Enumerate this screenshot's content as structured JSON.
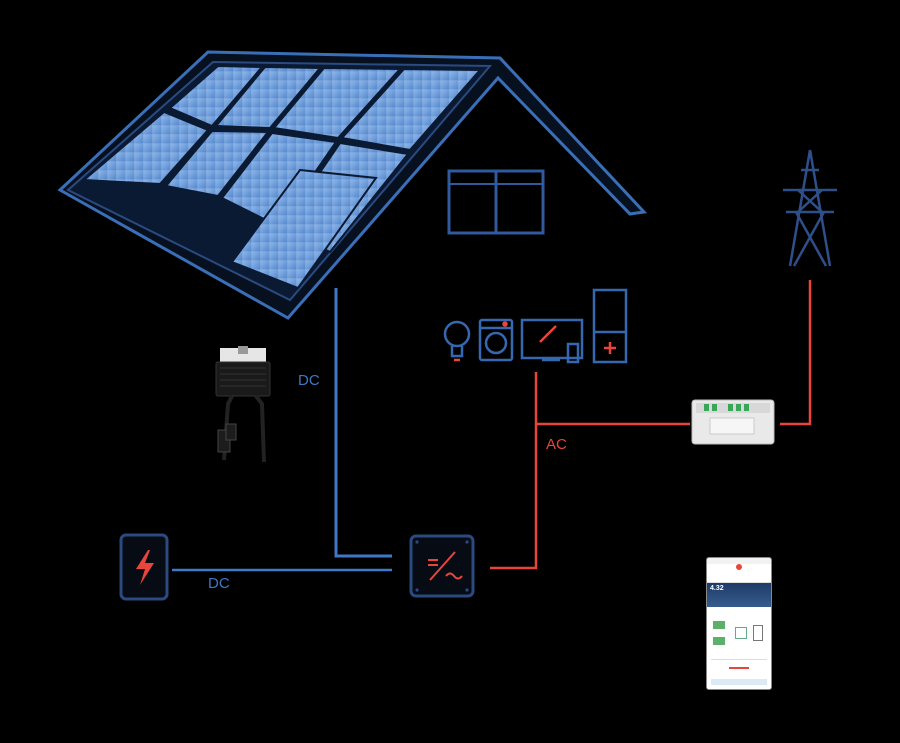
{
  "labels": {
    "dc_panel": "DC",
    "dc_battery": "DC",
    "ac": "AC"
  },
  "app": {
    "power_value": "4.32"
  },
  "colors": {
    "dc_line": "#3f78c4",
    "ac_line": "#e8453c",
    "outline": "#2a4a80",
    "panel_cell": "#6f9fdc"
  }
}
